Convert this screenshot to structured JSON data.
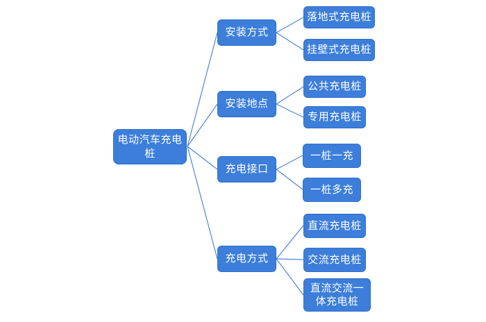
{
  "diagram": {
    "root": {
      "label": "电动汽车充电桩"
    },
    "branches": [
      {
        "label": "安装方式",
        "children": [
          "落地式充电桩",
          "挂壁式充电桩"
        ]
      },
      {
        "label": "安装地点",
        "children": [
          "公共充电桩",
          "专用充电桩"
        ]
      },
      {
        "label": "充电接口",
        "children": [
          "一桩一充",
          "一桩多充"
        ]
      },
      {
        "label": "充电方式",
        "children": [
          "直流充电桩",
          "交流充电桩",
          "直流交流一体充电桩"
        ]
      }
    ],
    "colors": {
      "node_bg": "#3c7eda",
      "node_border": "#2e6fca",
      "node_text": "#ffffff",
      "line": "#4c86db",
      "page_bg": "#ffffff"
    }
  }
}
